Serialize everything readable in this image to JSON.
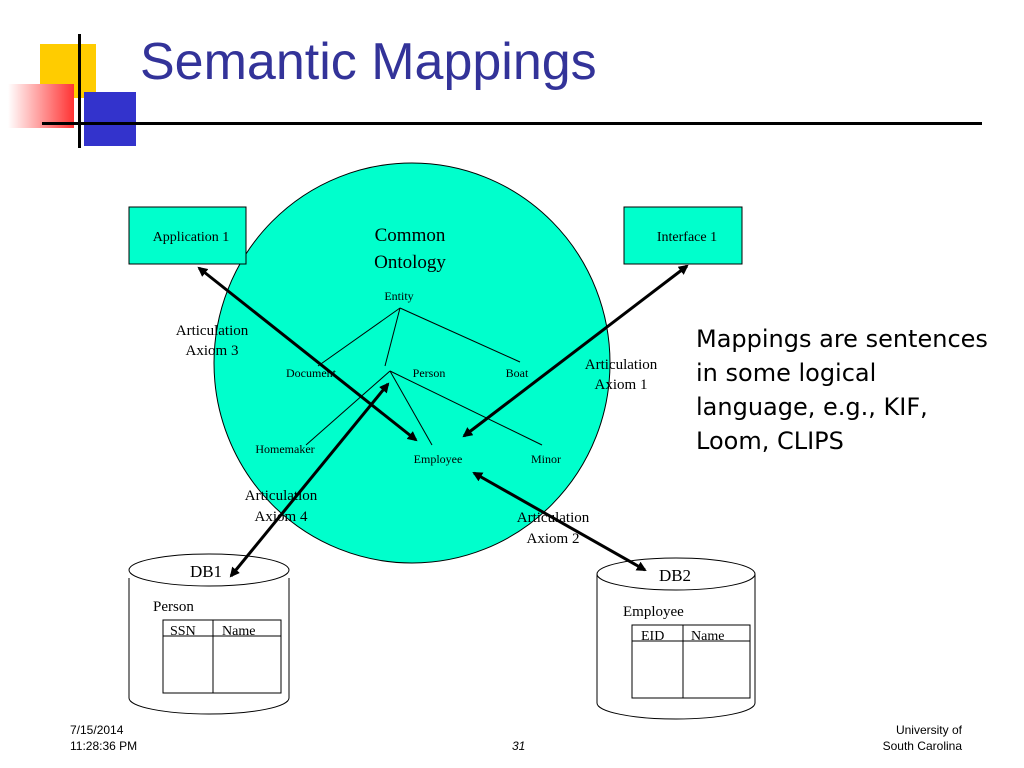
{
  "title": "Semantic Mappings",
  "colors": {
    "title": "#333399",
    "ontology_fill": "#00ffcc",
    "deco_yellow": "#ffcc00",
    "deco_blue": "#3333cc",
    "deco_red": "#ff3333"
  },
  "diagram": {
    "ontology": {
      "line1": "Common",
      "line2": "Ontology"
    },
    "nodes": {
      "entity": "Entity",
      "document": "Document",
      "person": "Person",
      "boat": "Boat",
      "homemaker": "Homemaker",
      "employee": "Employee",
      "minor": "Minor"
    },
    "boxes": {
      "application1": "Application 1",
      "interface1": "Interface 1"
    },
    "axioms": {
      "axiom3": [
        "Articulation",
        "Axiom 3"
      ],
      "axiom1": [
        "Articulation",
        "Axiom 1"
      ],
      "axiom4": [
        "Articulation",
        "Axiom 4"
      ],
      "axiom2": [
        "Articulation",
        "Axiom 2"
      ]
    },
    "db1": {
      "name": "DB1",
      "table": "Person",
      "columns": [
        "SSN",
        "Name"
      ]
    },
    "db2": {
      "name": "DB2",
      "table": "Employee",
      "columns": [
        "EID",
        "Name"
      ]
    }
  },
  "side_note": "Mappings are sentences in some logical language, e.g., KIF, Loom, CLIPS",
  "footer": {
    "date": "7/15/2014",
    "time": "11:28:36 PM",
    "page": "31",
    "org_line1": "University of",
    "org_line2": "South Carolina"
  }
}
